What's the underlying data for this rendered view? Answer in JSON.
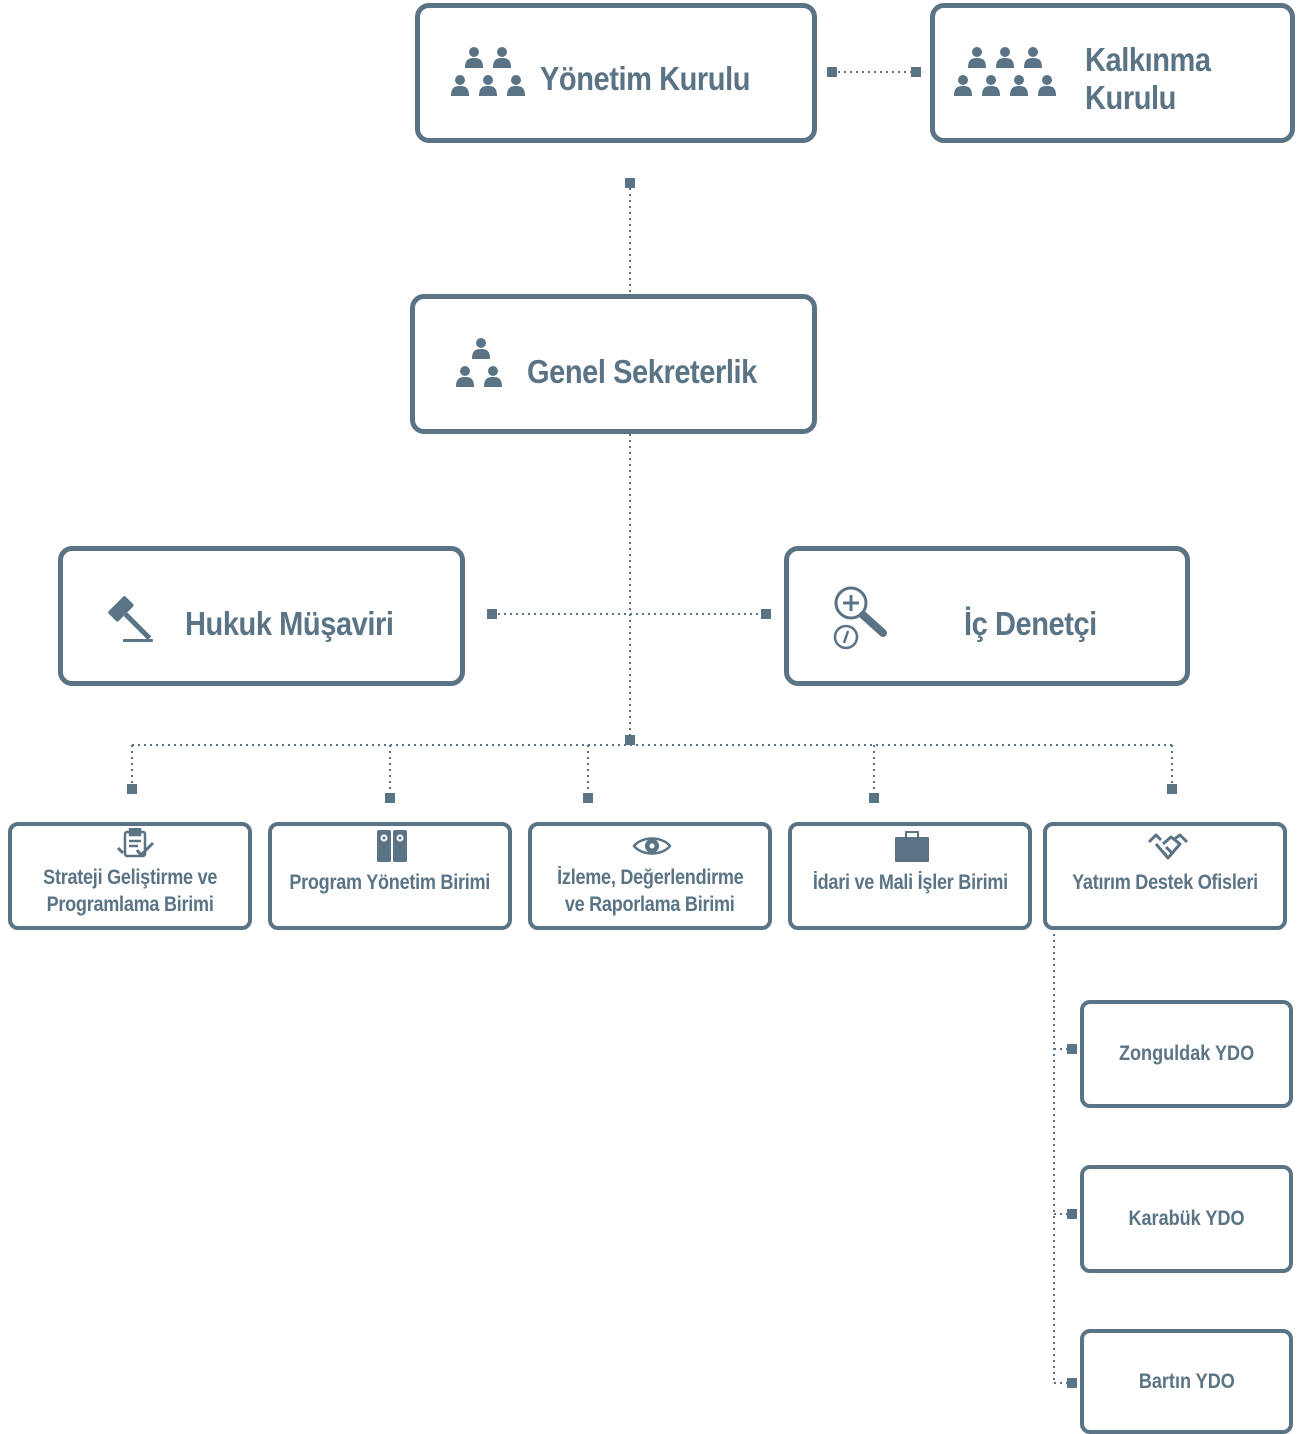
{
  "colors": {
    "primary": "#5a7486",
    "background": "#ffffff"
  },
  "top": {
    "board": {
      "label": "Yönetim Kurulu",
      "icon": "group-of-five-people-icon"
    },
    "development_board": {
      "label_line1": "Kalkınma",
      "label_line2": "Kurulu",
      "icon": "group-of-seven-people-icon"
    }
  },
  "secretariat": {
    "label": "Genel Sekreterlik",
    "icon": "hierarchy-people-icon"
  },
  "advisors": {
    "legal": {
      "label": "Hukuk Müşaviri",
      "icon": "gavel-icon"
    },
    "auditor": {
      "label": "İç Denetçi",
      "icon": "magnifier-audit-icon"
    }
  },
  "units": [
    {
      "line1": "Strateji Geliştirme ve",
      "line2": "Programlama Birimi",
      "icon": "clipboard-check-icon"
    },
    {
      "line1": "Program Yönetim Birimi",
      "line2": "",
      "icon": "binders-icon"
    },
    {
      "line1": "İzleme, Değerlendirme",
      "line2": "ve Raporlama Birimi",
      "icon": "eye-icon"
    },
    {
      "line1": "İdari ve Mali İşler Birimi",
      "line2": "",
      "icon": "briefcase-icon"
    },
    {
      "line1": "Yatırım Destek Ofisleri",
      "line2": "",
      "icon": "handshake-icon"
    }
  ],
  "offices": [
    {
      "label": "Zonguldak YDO"
    },
    {
      "label": "Karabük YDO"
    },
    {
      "label": "Bartın YDO"
    }
  ]
}
